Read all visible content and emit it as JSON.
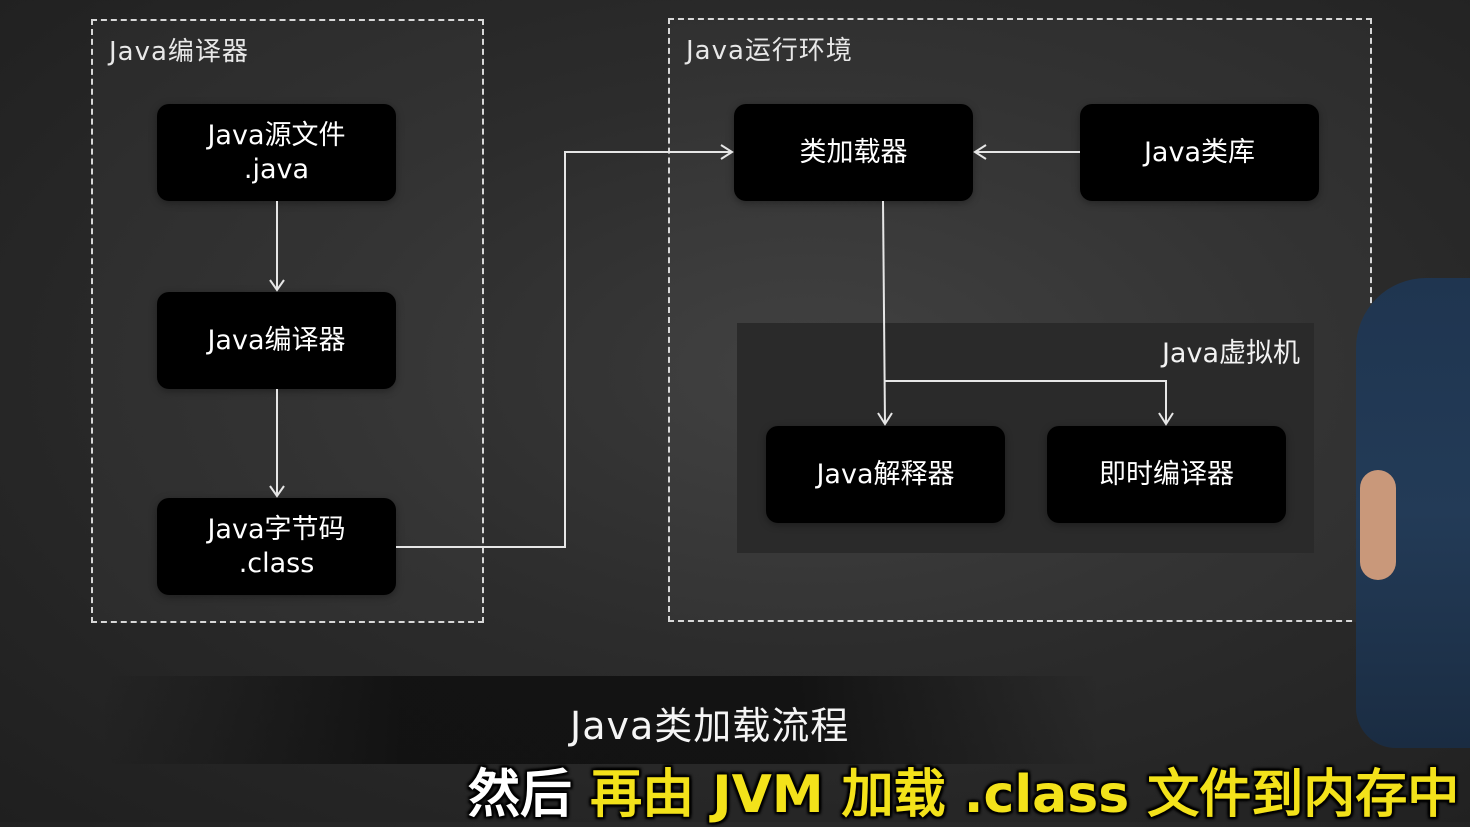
{
  "compiler_group": {
    "label": "Java编译器"
  },
  "runtime_group": {
    "label": "Java运行环境"
  },
  "jvm_group": {
    "label": "Java虚拟机"
  },
  "nodes": {
    "source_file": {
      "line1": "Java源文件",
      "line2": ".java"
    },
    "compiler": {
      "line1": "Java编译器"
    },
    "bytecode": {
      "line1": "Java字节码",
      "line2": ".class"
    },
    "class_loader": {
      "line1": "类加载器"
    },
    "class_library": {
      "line1": "Java类库"
    },
    "interpreter": {
      "line1": "Java解释器"
    },
    "jit_compiler": {
      "line1": "即时编译器"
    }
  },
  "banner": {
    "title": "Java类加载流程"
  },
  "subtitle": {
    "part1": "然后",
    "part2": "再由 JVM 加载 .class 文件到内存中"
  },
  "colors": {
    "node_bg": "#000000",
    "arrow": "#e6e6e6",
    "subtitle_yellow": "#f3e21a"
  }
}
